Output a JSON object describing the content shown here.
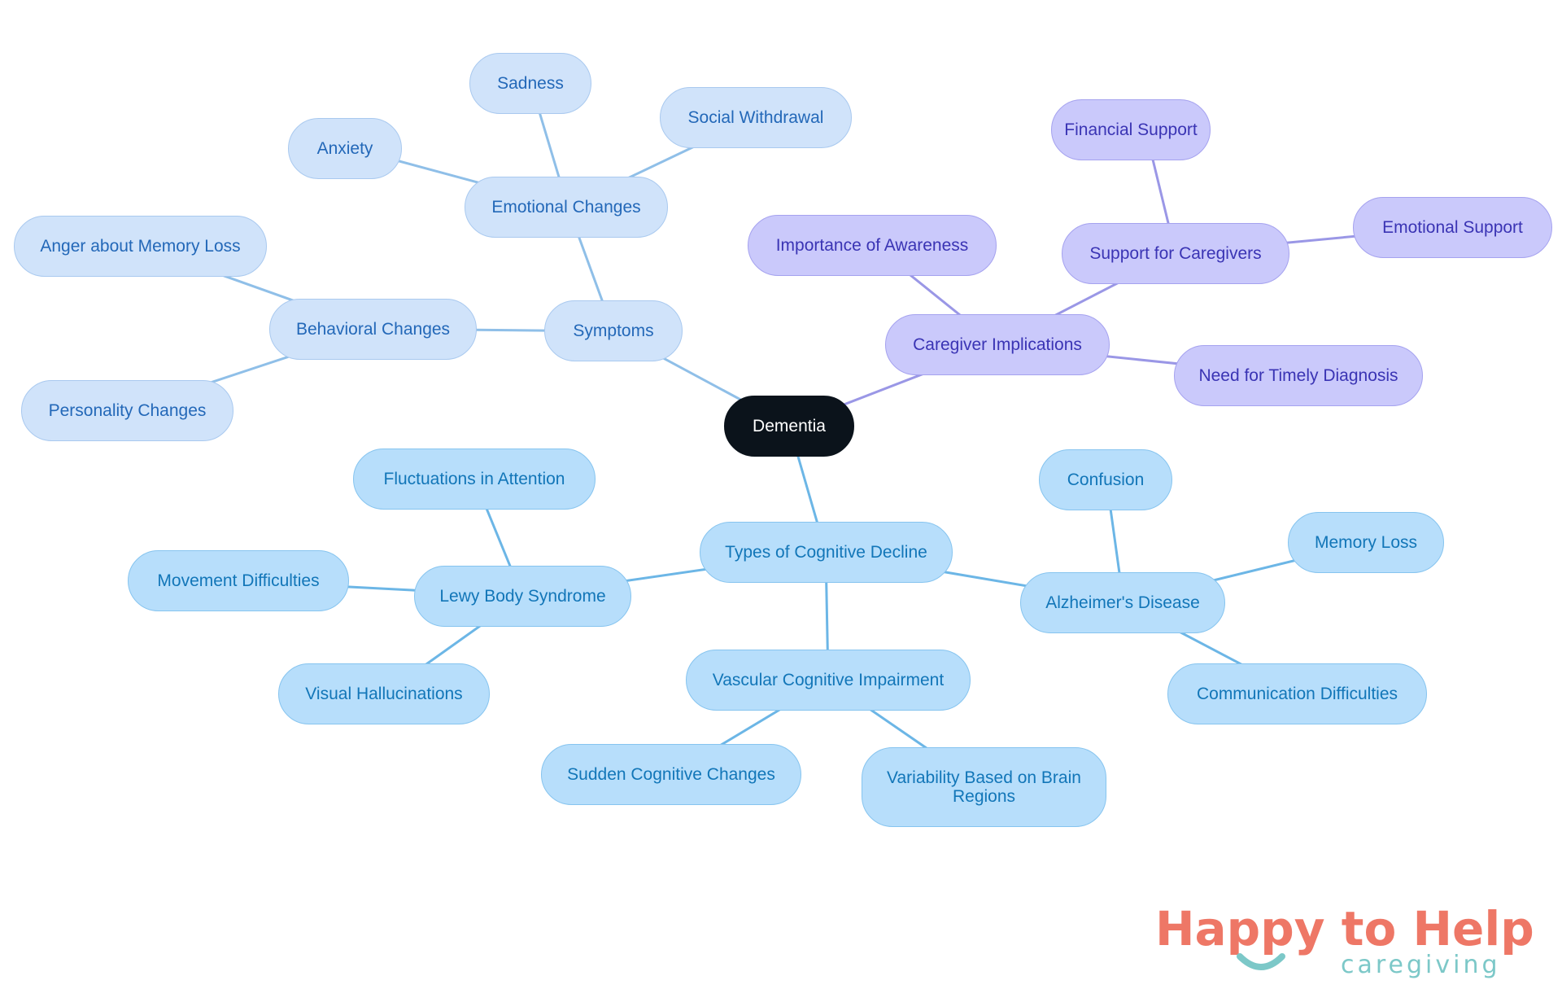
{
  "title": "Dementia",
  "branches": {
    "symptoms": {
      "label": "Symptoms",
      "emotional": {
        "label": "Emotional Changes",
        "children": [
          "Anxiety",
          "Sadness",
          "Social Withdrawal"
        ]
      },
      "behavioral": {
        "label": "Behavioral Changes",
        "children": [
          "Anger about Memory Loss",
          "Personality Changes"
        ]
      }
    },
    "types": {
      "label": "Types of Cognitive Decline",
      "lewy": {
        "label": "Lewy Body Syndrome",
        "children": [
          "Fluctuations in Attention",
          "Movement Difficulties",
          "Visual Hallucinations"
        ]
      },
      "vascular": {
        "label": "Vascular Cognitive Impairment",
        "children": [
          "Sudden Cognitive Changes",
          "Variability Based on Brain Regions"
        ]
      },
      "alzheimers": {
        "label": "Alzheimer's Disease",
        "children": [
          "Confusion",
          "Memory Loss",
          "Communication Difficulties"
        ]
      }
    },
    "caregiver": {
      "label": "Caregiver Implications",
      "children": [
        "Importance of Awareness",
        "Need for Timely Diagnosis"
      ],
      "support": {
        "label": "Support for Caregivers",
        "children": [
          "Financial Support",
          "Emotional Support"
        ]
      }
    }
  },
  "logo": {
    "line1": "Happy to Help",
    "line2": "caregiving"
  },
  "colors": {
    "root_fill": "#0b131b",
    "symptoms_fill": "#d0e3fa",
    "symptoms_text": "#2368b8",
    "symptoms_edge": "#8fbfe8",
    "types_fill": "#b7defb",
    "types_text": "#1276b8",
    "types_edge": "#6cb6e6",
    "caregiver_fill": "#cac9fb",
    "caregiver_text": "#3a34b4",
    "caregiver_edge": "#9a97e6",
    "logo_coral": "#ee7766",
    "logo_teal": "#7cc8c8"
  }
}
